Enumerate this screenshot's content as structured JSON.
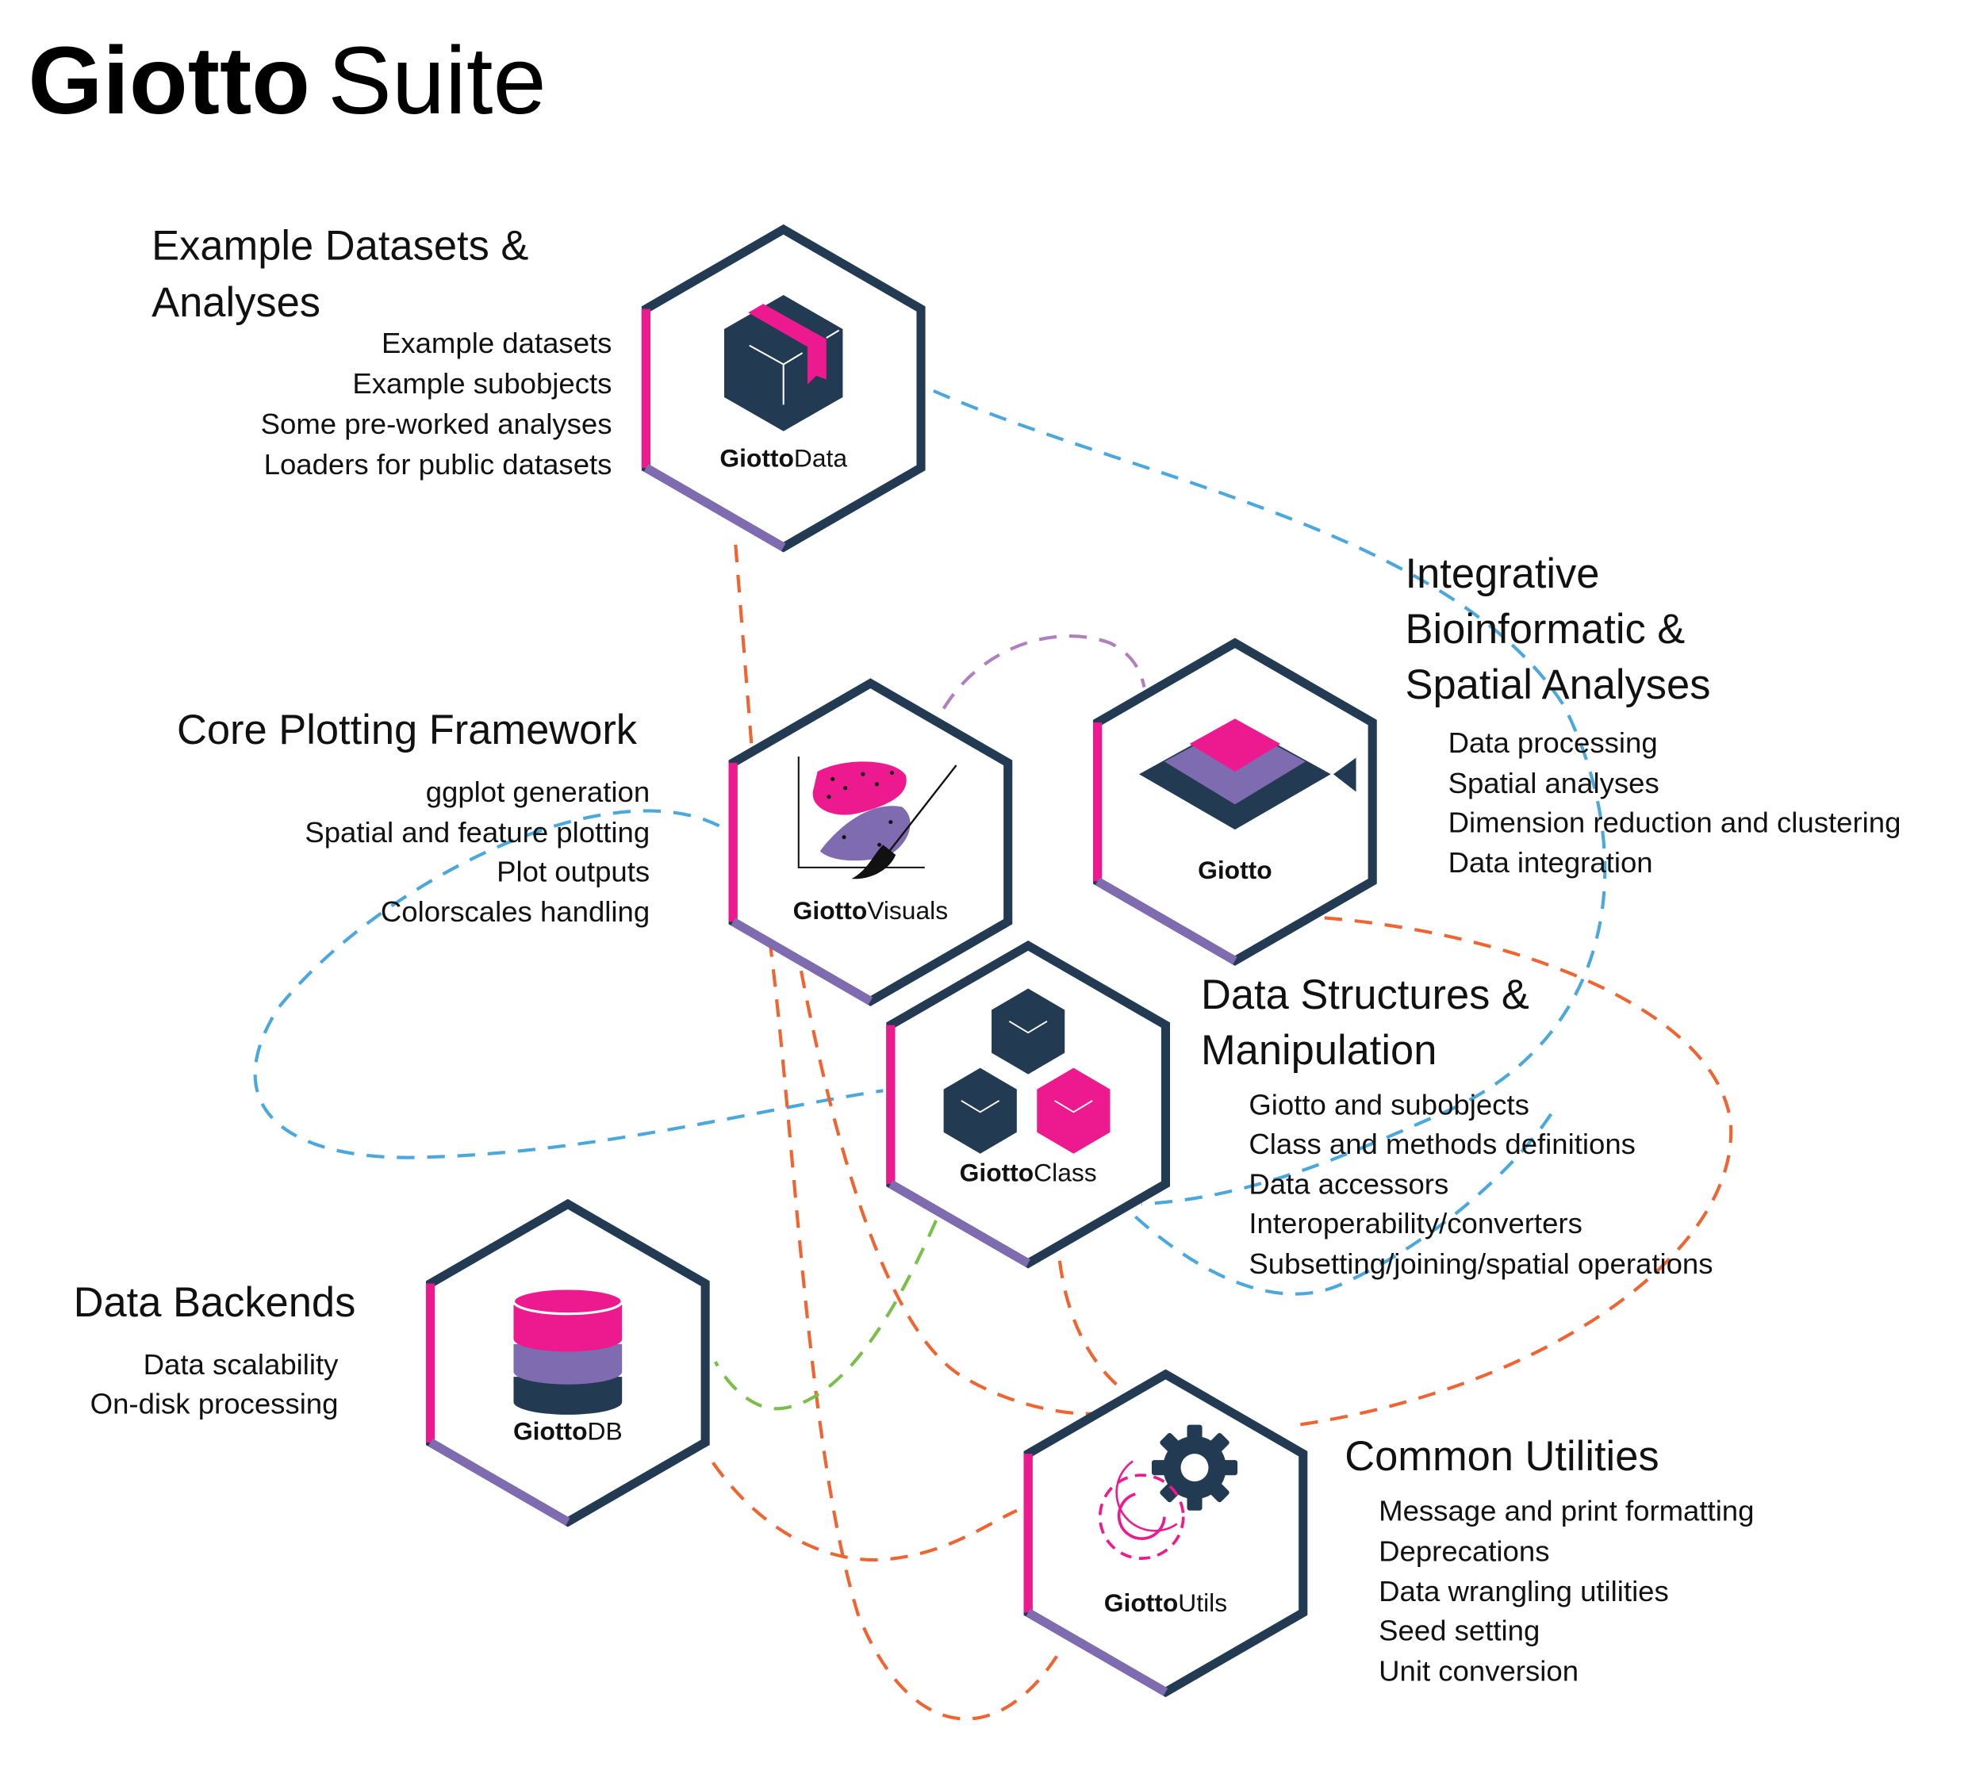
{
  "title": {
    "bold": "Giotto",
    "regular": "Suite"
  },
  "colors": {
    "navy": "#223a52",
    "pink": "#ec1a8e",
    "purple": "#7e6bb0",
    "blue": "#4aa8dd",
    "orange": "#ef6431",
    "green": "#79bf4a",
    "lilac": "#b07fc0"
  },
  "modules": {
    "data": {
      "bold": "Giotto",
      "regular": "Data",
      "heading": [
        "Example Datasets &",
        "Analyses"
      ],
      "items": [
        "Example datasets",
        "Example subobjects",
        "Some pre-worked analyses",
        "Loaders for public datasets"
      ],
      "icon": "package-box-icon"
    },
    "visuals": {
      "bold": "Giotto",
      "regular": "Visuals",
      "heading": [
        "Core Plotting Framework"
      ],
      "items": [
        "ggplot generation",
        "Spatial and feature plotting",
        "Plot outputs",
        "Colorscales handling"
      ],
      "icon": "plot-brush-icon"
    },
    "giotto": {
      "bold": "Giotto",
      "regular": "",
      "heading": [
        "Integrative",
        "Bioinformatic &",
        "Spatial Analyses"
      ],
      "items": [
        "Data processing",
        "Spatial analyses",
        "Dimension reduction and clustering",
        "Data integration"
      ],
      "icon": "layers-icon"
    },
    "class": {
      "bold": "Giotto",
      "regular": "Class",
      "heading": [
        "Data Structures &",
        "Manipulation"
      ],
      "items": [
        "Giotto and subobjects",
        "Class and methods definitions",
        "Data accessors",
        "Interoperability/converters",
        "Subsetting/joining/spatial operations"
      ],
      "icon": "cubes-icon"
    },
    "db": {
      "bold": "Giotto",
      "regular": "DB",
      "heading": [
        "Data Backends"
      ],
      "items": [
        "Data scalability",
        "On-disk processing"
      ],
      "icon": "database-icon"
    },
    "utils": {
      "bold": "Giotto",
      "regular": "Utils",
      "heading": [
        "Common Utilities"
      ],
      "items": [
        "Message and print formatting",
        "Deprecations",
        "Data wrangling utilities",
        "Seed setting",
        "Unit conversion"
      ],
      "icon": "gears-icon"
    }
  }
}
